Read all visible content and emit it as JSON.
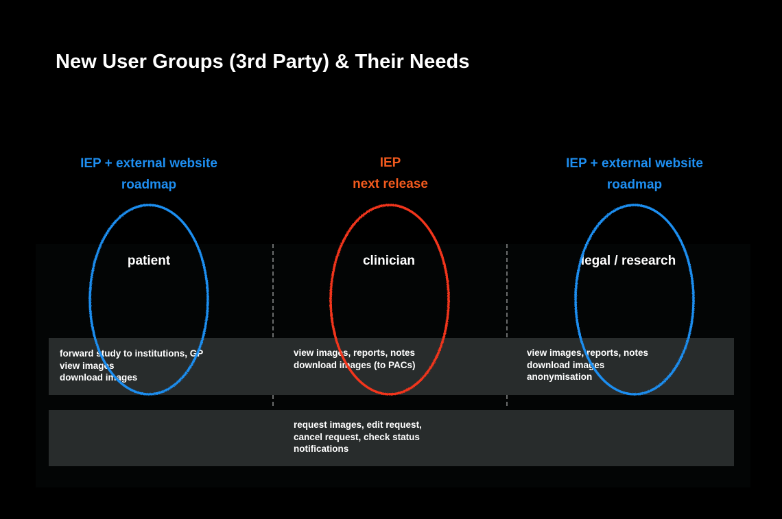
{
  "title": "New User Groups (3rd Party) & Their Needs",
  "colors": {
    "blue": "#1e8ef0",
    "orange": "#f25a1e",
    "red": "#f2361c"
  },
  "tags": {
    "left": [
      "IEP + external website",
      "roadmap"
    ],
    "middle": [
      "IEP",
      "next release"
    ],
    "right": [
      "IEP + external website",
      "roadmap"
    ]
  },
  "roles": [
    "patient",
    "clinician",
    "legal / research"
  ],
  "needs": {
    "patient": [
      "forward study to institutions, GP",
      "view images",
      "download images"
    ],
    "clinician": [
      "view images, reports, notes",
      "download images (to PACs)"
    ],
    "legal_research": [
      "view images, reports, notes",
      "download images",
      "anonymisation"
    ]
  },
  "shared_needs": [
    "request images, edit request,",
    "cancel request, check status",
    "notifications"
  ]
}
